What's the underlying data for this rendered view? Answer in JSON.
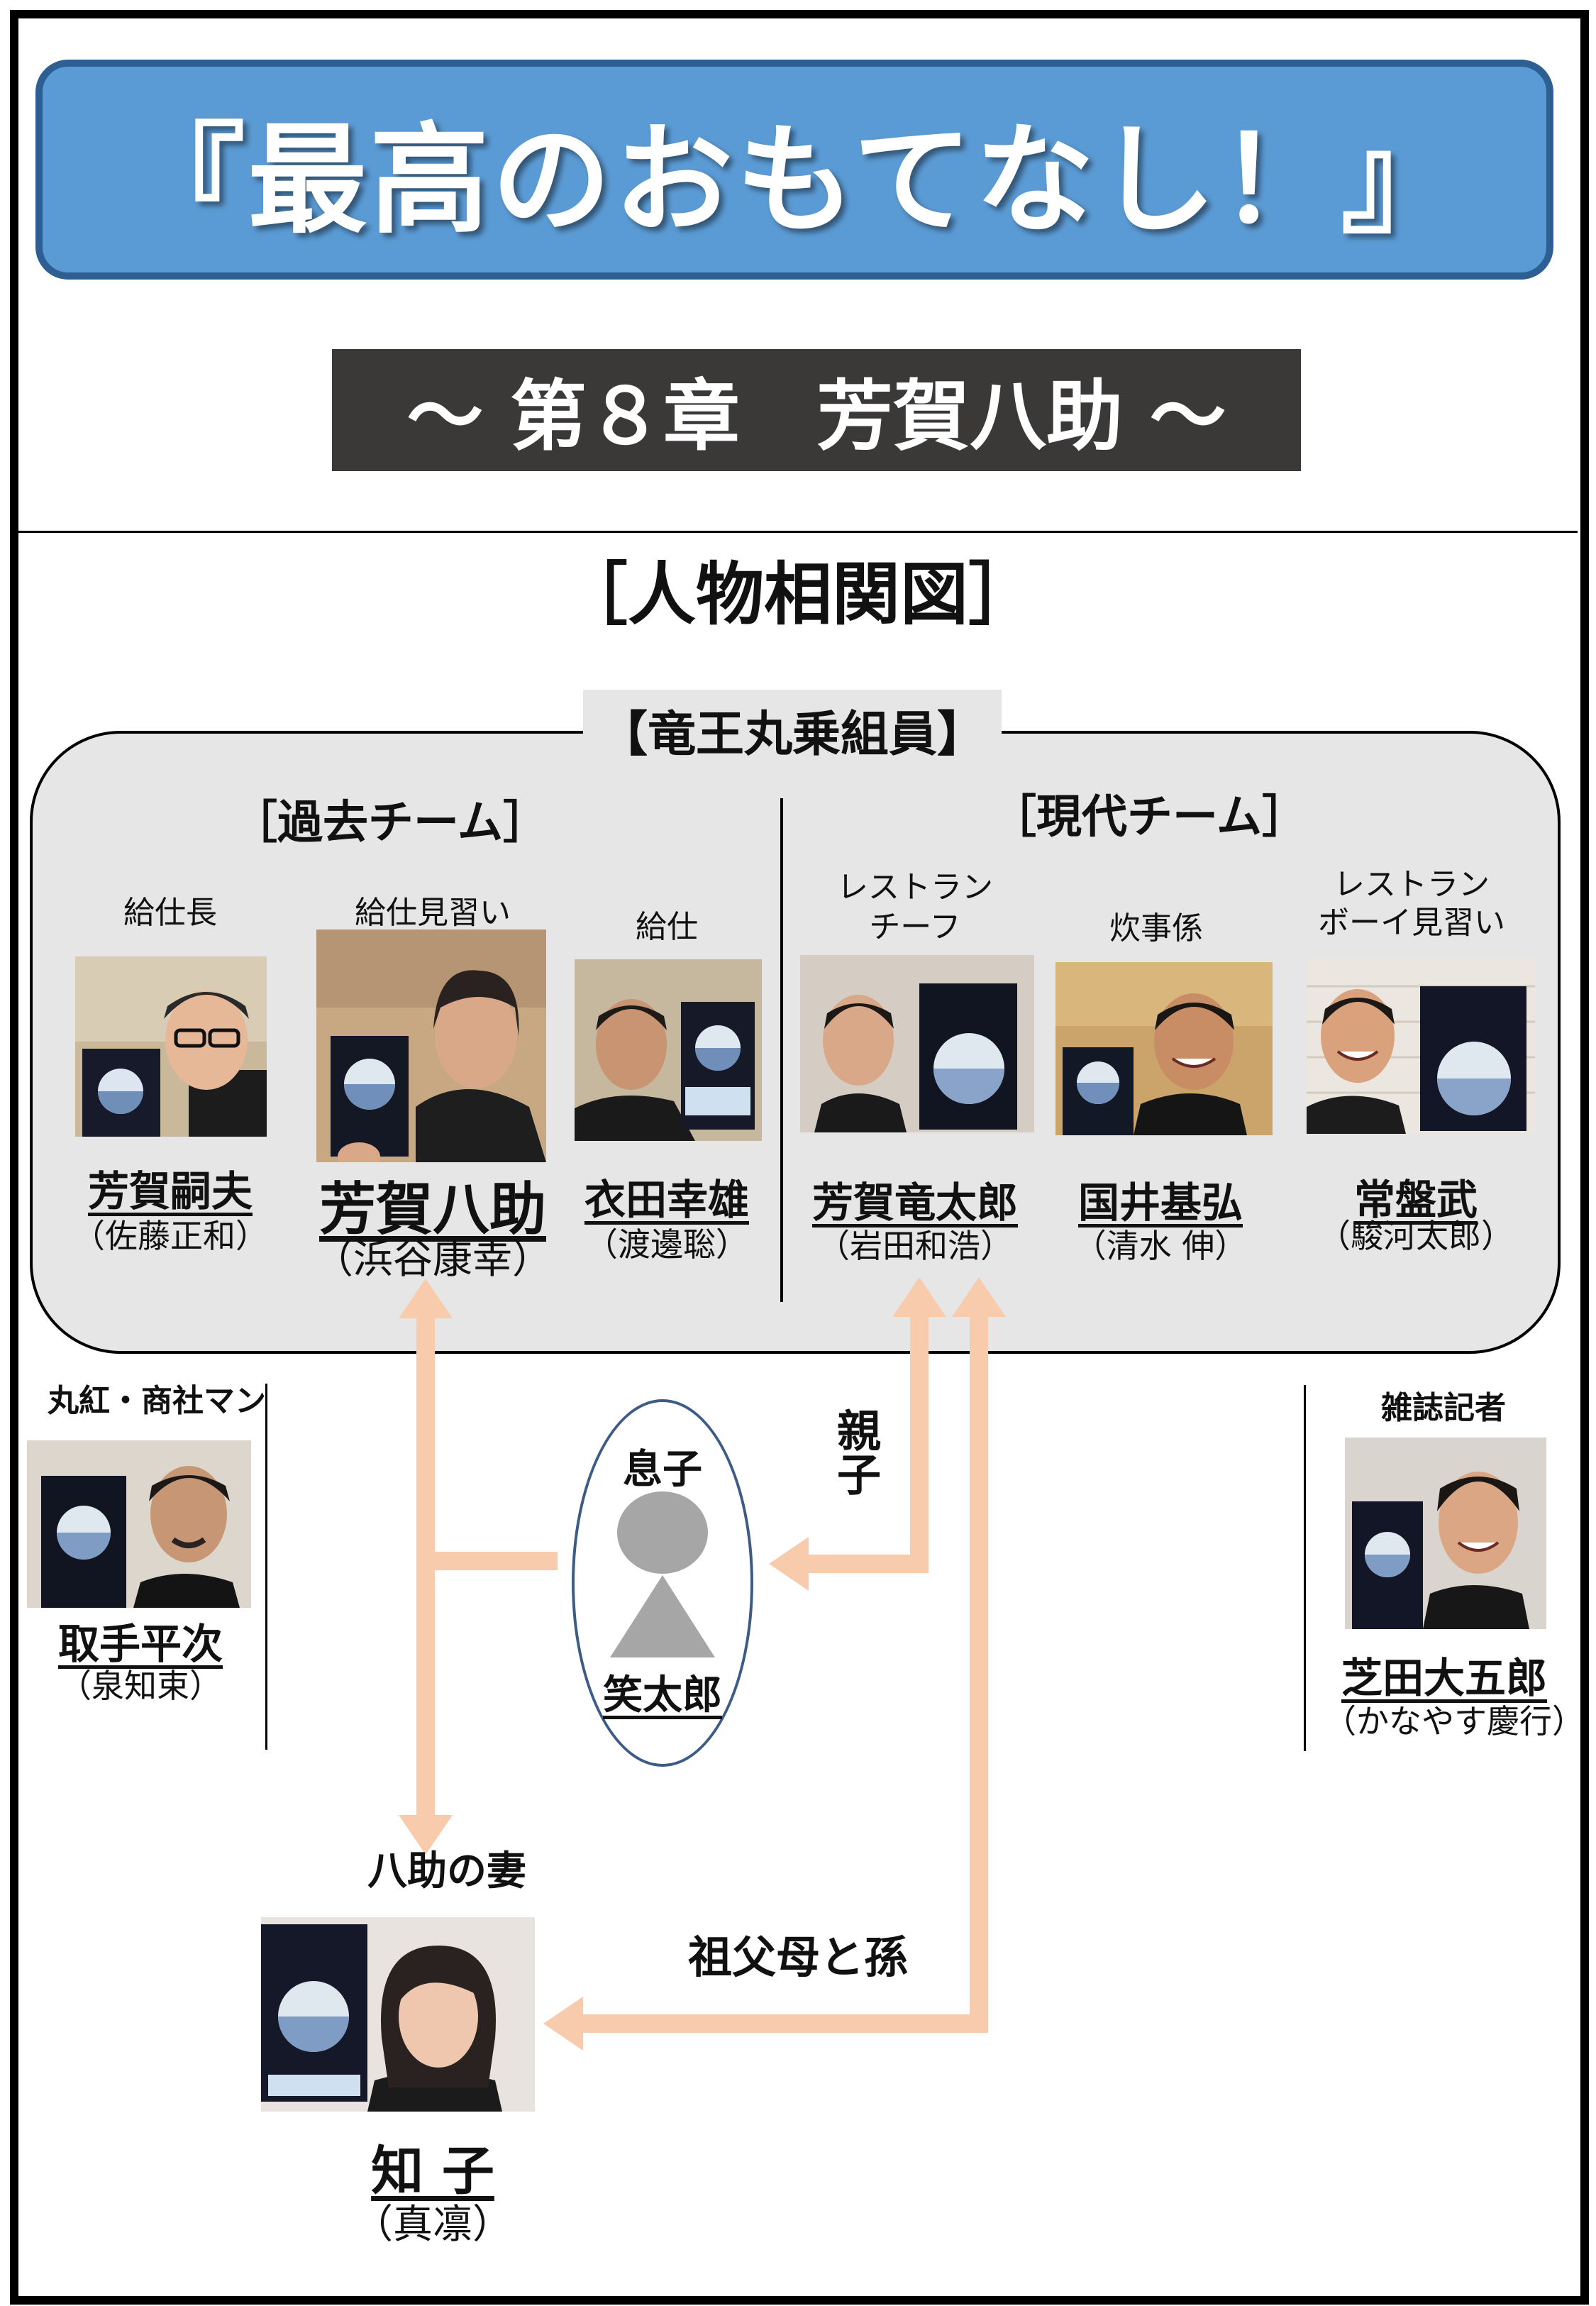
{
  "title": "『最高のおもてなし！』",
  "chapter": "～ 第８章　芳賀八助 ～",
  "diagram_title": "［人物相関図］",
  "crew_group": {
    "label": "【竜王丸乗組員】",
    "past_team": {
      "label": "［過去チーム］",
      "members": [
        {
          "role": "給仕長",
          "name": "芳賀嗣夫",
          "actor": "（佐藤正和）"
        },
        {
          "role": "給仕見習い",
          "name": "芳賀八助",
          "actor": "（浜谷康幸）"
        },
        {
          "role": "給仕",
          "name": "衣田幸雄",
          "actor": "（渡邊聡）"
        }
      ]
    },
    "current_team": {
      "label": "［現代チーム］",
      "members": [
        {
          "role_line1": "レストラン",
          "role_line2": "チーフ",
          "name": "芳賀竜太郎",
          "actor": "（岩田和浩）"
        },
        {
          "role": "炊事係",
          "name": "国井基弘",
          "actor": "（清水 伸）"
        },
        {
          "role_line1": "レストラン",
          "role_line2": "ボーイ見習い",
          "name": "常盤武",
          "actor": "（駿河太郎）"
        }
      ]
    }
  },
  "outside": {
    "left": {
      "role": "丸紅・商社マン",
      "name": "取手平次",
      "actor": "（泉知束）"
    },
    "right": {
      "role": "雑誌記者",
      "name": "芝田大五郎",
      "actor": "（かなやす慶行）"
    }
  },
  "son": {
    "role": "息子",
    "name": "笑太郎"
  },
  "wife": {
    "role": "八助の妻",
    "name": "知 子",
    "actor": "（真凛）"
  },
  "relations": {
    "parent_child": "親子",
    "grandparent": "祖父母と孫"
  },
  "colors": {
    "banner": "#5b9bd5",
    "banner_border": "#2e5f93",
    "chapter_bg": "#3b3838",
    "panel_bg": "#e6e6e6",
    "arrow": "#f8cbad",
    "ellipse_border": "#3c5b86",
    "silhouette": "#a6a6a6"
  }
}
